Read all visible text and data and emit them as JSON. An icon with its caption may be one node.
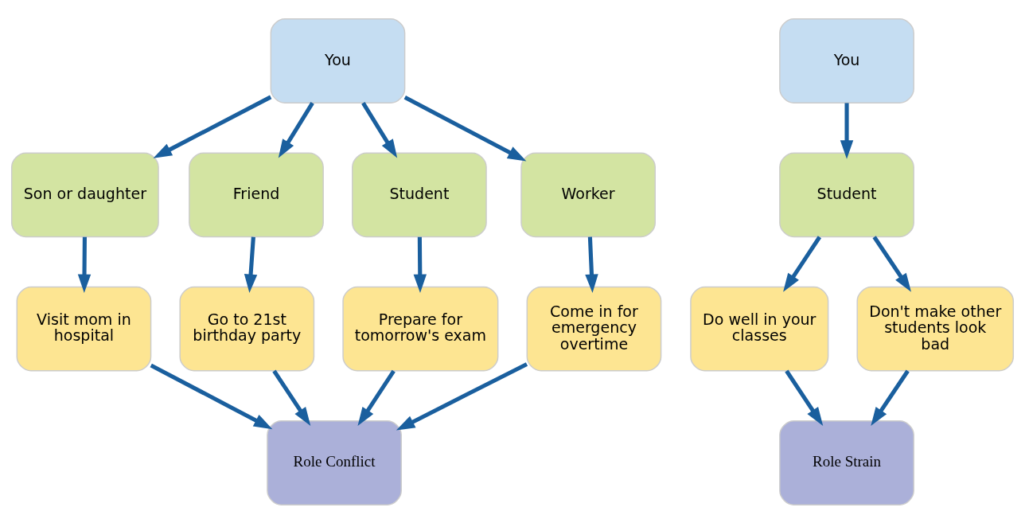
{
  "diagram": {
    "nodes": [
      {
        "text": [
          "You"
        ]
      },
      {
        "text": [
          "Son or daughter"
        ]
      },
      {
        "text": [
          "Friend"
        ]
      },
      {
        "text": [
          "Student"
        ]
      },
      {
        "text": [
          "Worker"
        ]
      },
      {
        "text": [
          "Visit mom in hospital"
        ]
      },
      {
        "text": [
          "Go to 21st birthday party"
        ]
      },
      {
        "text": [
          "Prepare for tomorrow's exam"
        ]
      },
      {
        "text": [
          "Come in for emergency overtime"
        ]
      },
      {
        "text": [
          "Role Conflict"
        ]
      },
      {
        "text": [
          "You"
        ]
      },
      {
        "text": [
          "Student"
        ]
      },
      {
        "text": [
          "Do well in your classes"
        ]
      },
      {
        "text": [
          "Don't make other students look bad"
        ]
      },
      {
        "text": [
          "Role Strain"
        ]
      }
    ],
    "edges": [
      {
        "from": 0,
        "to": 1,
        "arrow": "to"
      },
      {
        "from": 0,
        "to": 2,
        "arrow": "to"
      },
      {
        "from": 0,
        "to": 3,
        "arrow": "to"
      },
      {
        "from": 0,
        "to": 4,
        "arrow": "to"
      },
      {
        "from": 1,
        "to": 5,
        "arrow": "to"
      },
      {
        "from": 2,
        "to": 6,
        "arrow": "to"
      },
      {
        "from": 3,
        "to": 7,
        "arrow": "to"
      },
      {
        "from": 4,
        "to": 8,
        "arrow": "to"
      },
      {
        "from": 5,
        "to": 9,
        "arrow": "to"
      },
      {
        "from": 6,
        "to": 9,
        "arrow": "to"
      },
      {
        "from": 7,
        "to": 9,
        "arrow": "to"
      },
      {
        "from": 8,
        "to": 9,
        "arrow": "to"
      },
      {
        "from": 10,
        "to": 11,
        "arrow": "to"
      },
      {
        "from": 11,
        "to": 12,
        "arrow": "to"
      },
      {
        "from": 11,
        "to": 13,
        "arrow": "to"
      },
      {
        "from": 12,
        "to": 14,
        "arrow": "to"
      },
      {
        "from": 13,
        "to": 14,
        "arrow": "to"
      }
    ]
  }
}
